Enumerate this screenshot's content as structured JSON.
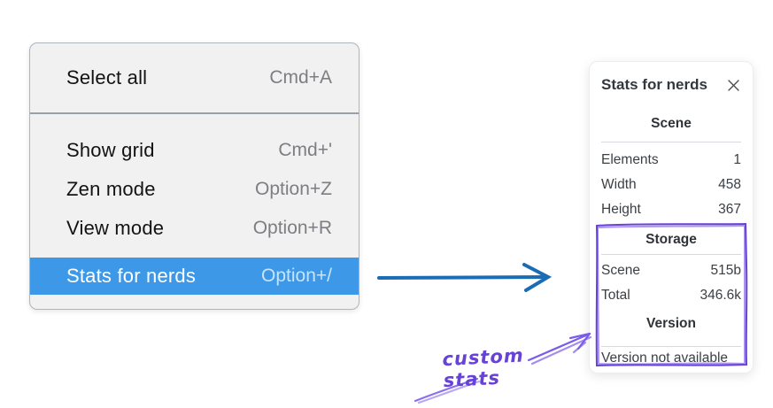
{
  "context_menu": {
    "highlight_color": "#3d99e8",
    "items": [
      {
        "label": "Select all",
        "shortcut": "Cmd+A",
        "highlighted": false
      },
      {
        "label": "Show grid",
        "shortcut": "Cmd+'",
        "highlighted": false
      },
      {
        "label": "Zen mode",
        "shortcut": "Option+Z",
        "highlighted": false
      },
      {
        "label": "View mode",
        "shortcut": "Option+R",
        "highlighted": false
      },
      {
        "label": "Stats for nerds",
        "shortcut": "Option+/",
        "highlighted": true
      }
    ]
  },
  "stats_panel": {
    "title": "Stats for nerds",
    "sections": [
      {
        "title": "Scene",
        "rows": [
          {
            "label": "Elements",
            "value": "1"
          },
          {
            "label": "Width",
            "value": "458"
          },
          {
            "label": "Height",
            "value": "367"
          }
        ]
      },
      {
        "title": "Storage",
        "rows": [
          {
            "label": "Scene",
            "value": "515b"
          },
          {
            "label": "Total",
            "value": "346.6k"
          }
        ]
      },
      {
        "title": "Version",
        "note": "Version not available"
      }
    ]
  },
  "annotations": {
    "label": "custom stats",
    "annotation_color": "#6741d9",
    "arrow_stroke_color": "#7b5ce8",
    "pointer_arrow_color": "#1b6cb4"
  }
}
